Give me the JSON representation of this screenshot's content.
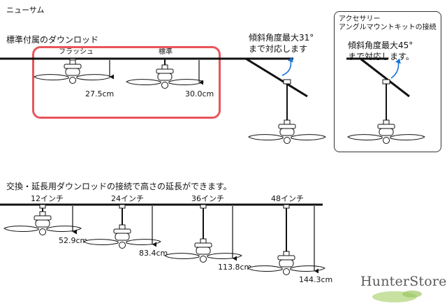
{
  "title": "ニューサム",
  "standard": {
    "heading": "標準付属のダウンロッド",
    "flush_label": "フラッシュ",
    "standard_label": "標準",
    "flush_dim": "27.5cm",
    "standard_dim": "30.0cm"
  },
  "angle": {
    "line1": "傾斜角度最大31°",
    "line2": "まで対応します"
  },
  "accessory": {
    "title1": "アクセサリー",
    "title2": "アングルマウントキットの接続",
    "angle1": "傾斜角度最大45°",
    "angle2": "まで対応します。"
  },
  "extension": {
    "heading": "交換・延長用ダウンロッドの接続で高さの延長ができます。",
    "items": [
      {
        "label": "12インチ",
        "dim": "52.9cm"
      },
      {
        "label": "24インチ",
        "dim": "83.4cm"
      },
      {
        "label": "36インチ",
        "dim": "113.8cm"
      },
      {
        "label": "48インチ",
        "dim": "144.3cm"
      }
    ]
  },
  "brand": "HunterStore",
  "colors": {
    "highlight": "#e8555a",
    "arrow": "#1a73d9",
    "brand_leaf": "#b9d98a"
  }
}
